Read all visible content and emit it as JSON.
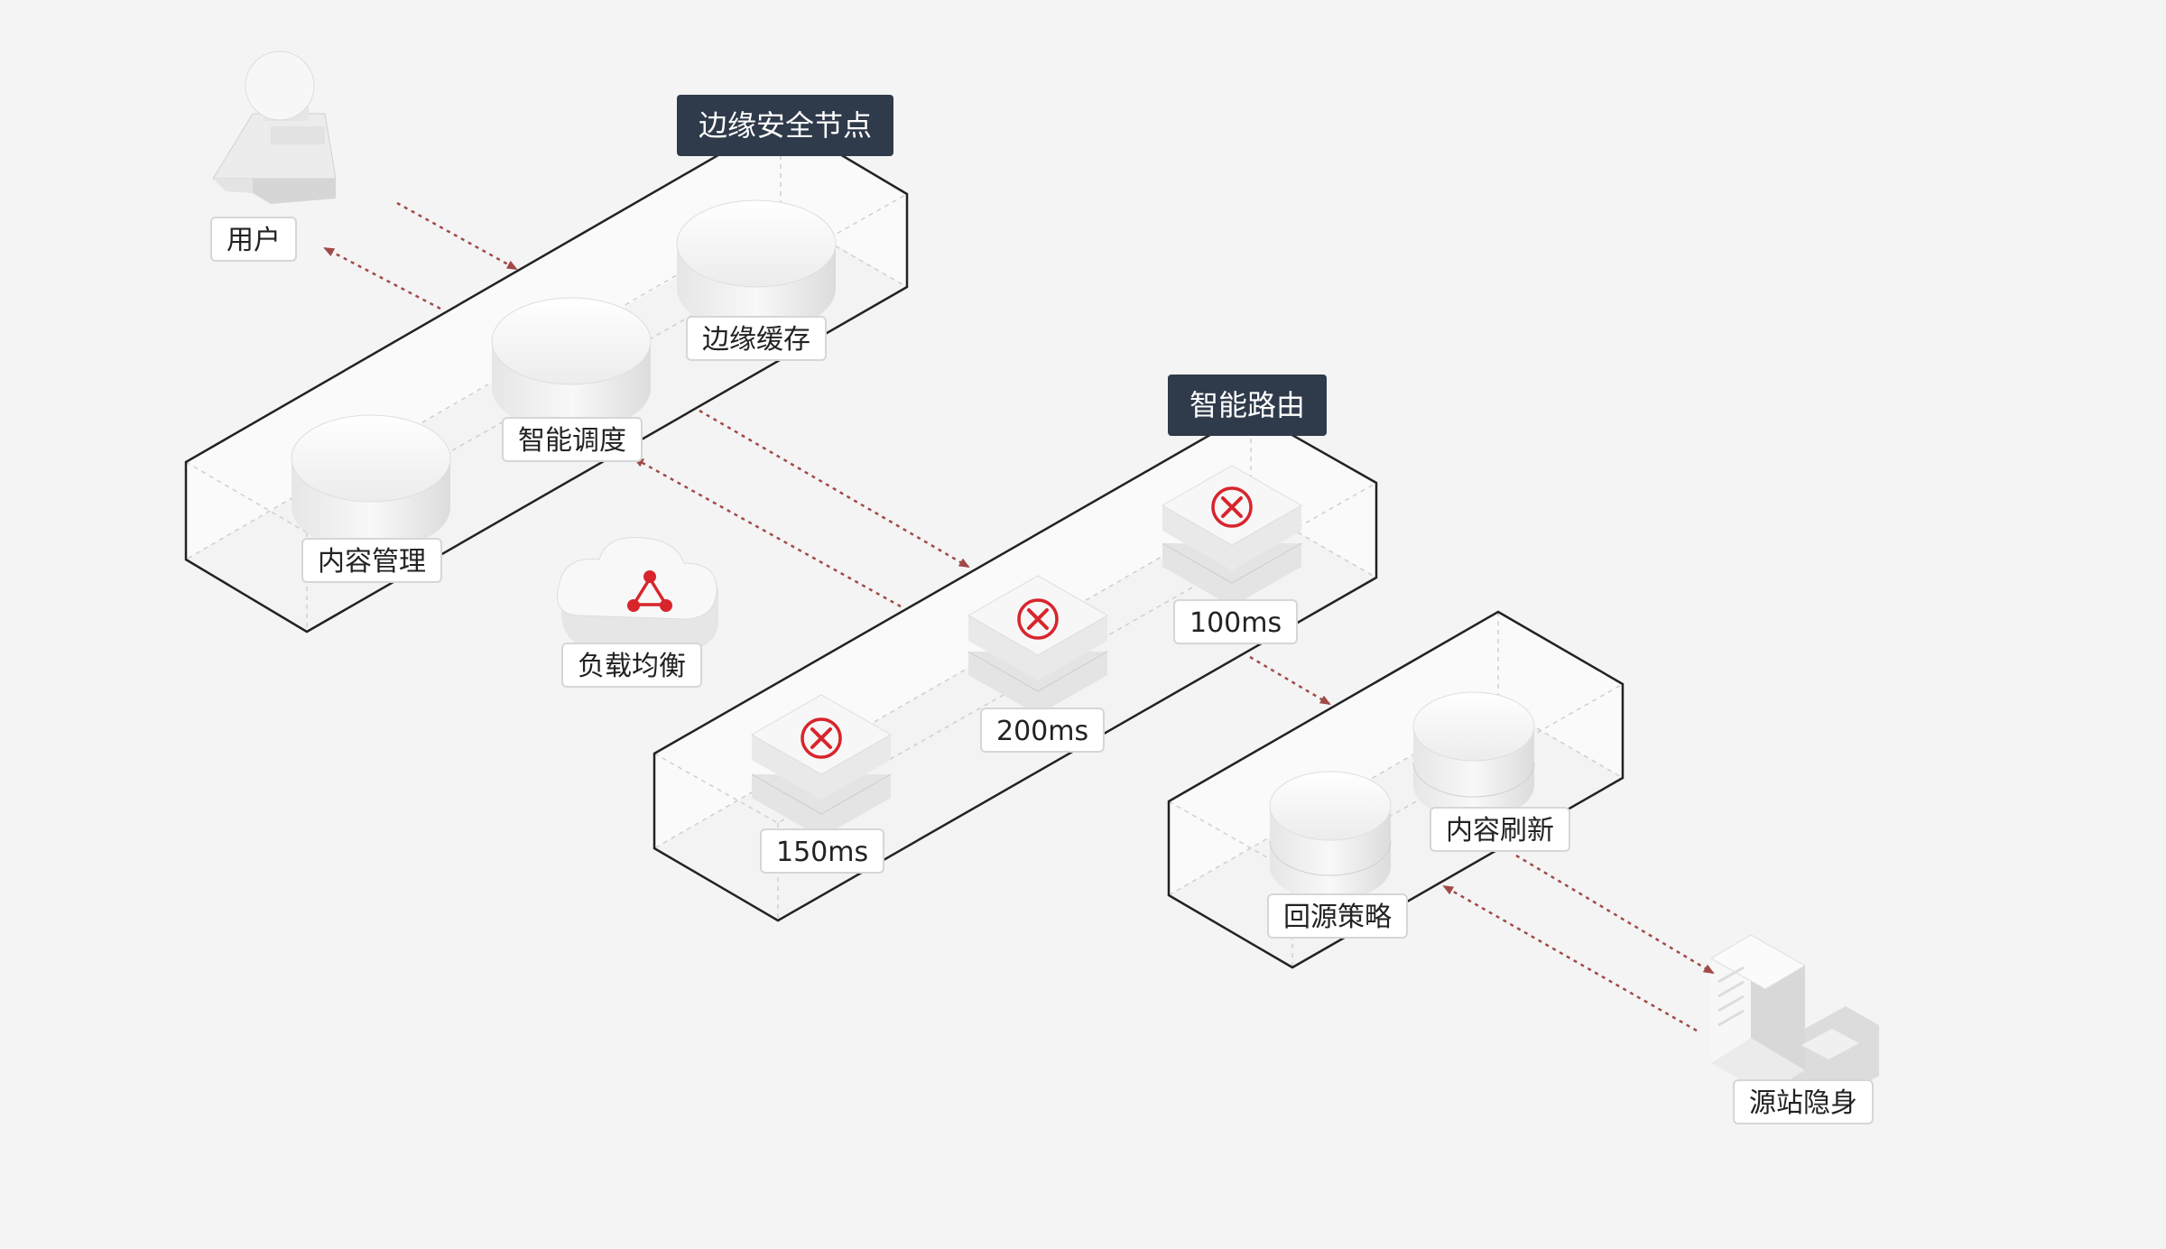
{
  "colors": {
    "background": "#f4f4f4",
    "arrow": "#a04a48",
    "accent_red": "#d8252c",
    "header_bg": "#2f3a4a",
    "box_stroke": "#222222"
  },
  "groups": {
    "edge_security_node": "边缘安全节点",
    "smart_routing": "智能路由"
  },
  "nodes": {
    "user": "用户",
    "edge_cache": "边缘缓存",
    "smart_scheduling": "智能调度",
    "content_management": "内容管理",
    "load_balancing": "负载均衡",
    "route_150": "150ms",
    "route_200": "200ms",
    "route_100": "100ms",
    "content_refresh": "内容刷新",
    "back_to_origin": "回源策略",
    "origin_hiding": "源站隐身"
  },
  "icons": {
    "user": "user-figure-icon",
    "database": "database-cylinder-icon",
    "router": "router-icon",
    "load_balancer": "cloud-network-icon",
    "origin": "building-server-icon"
  }
}
